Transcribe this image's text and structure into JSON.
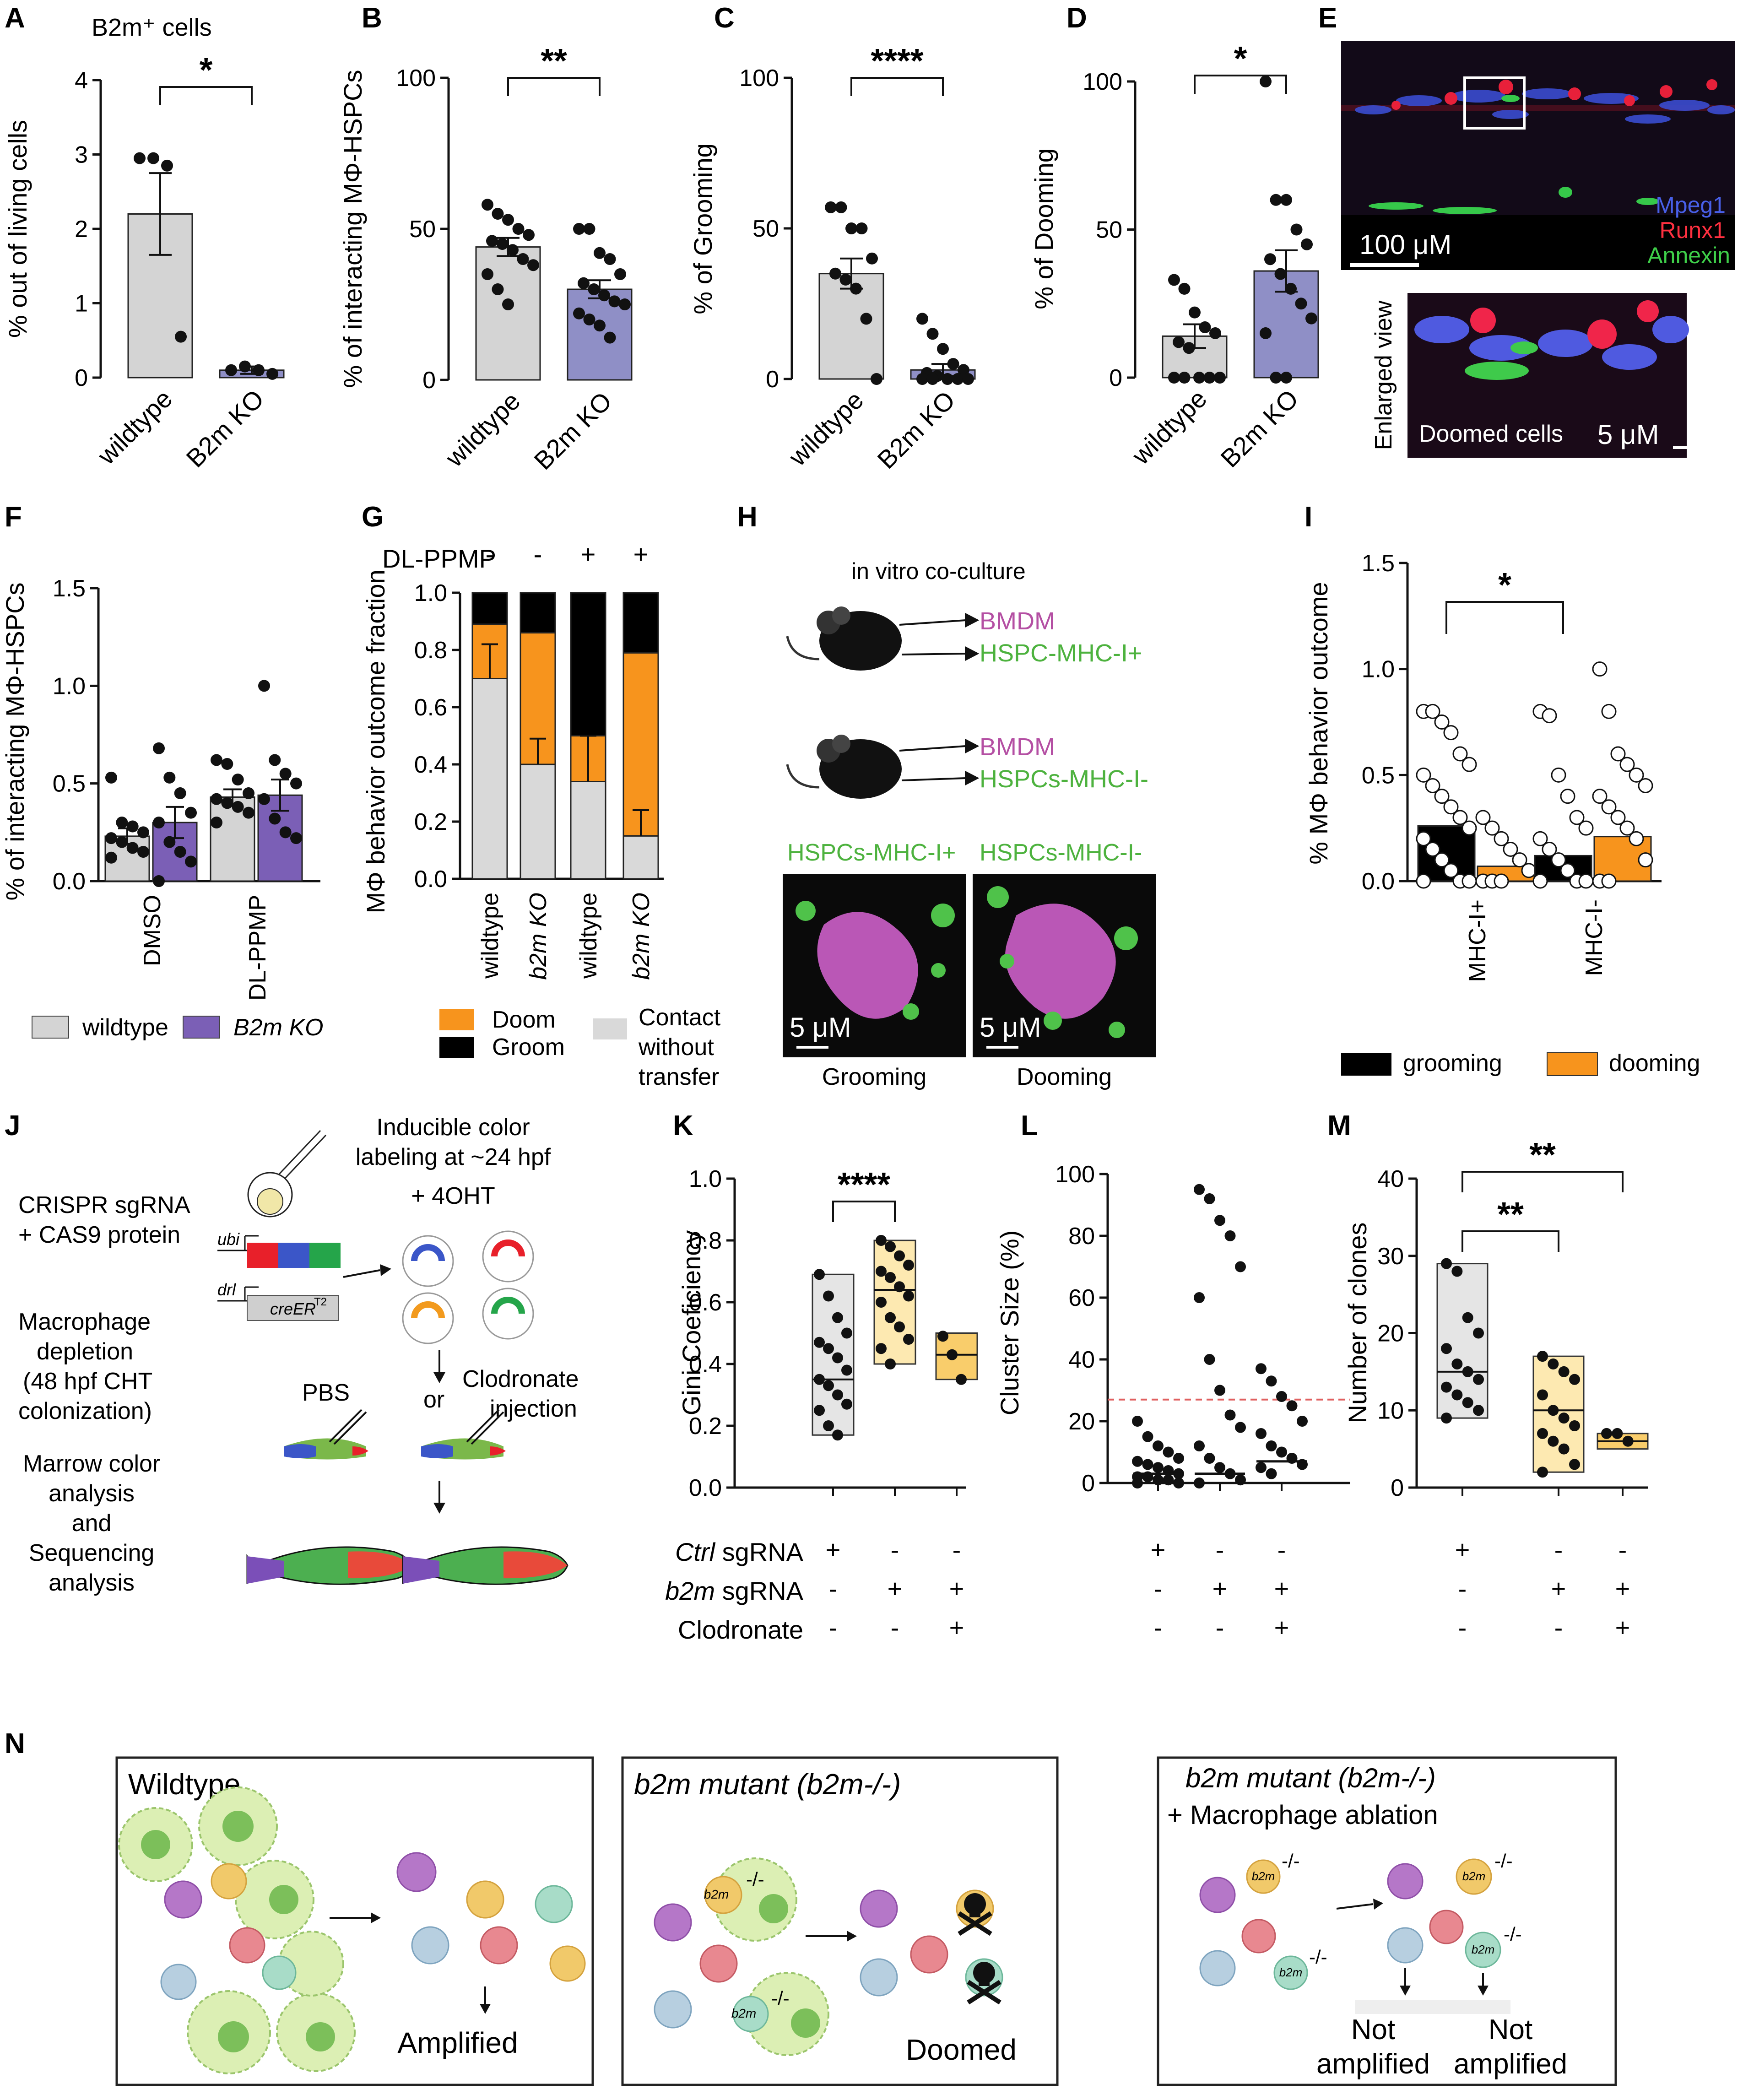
{
  "colors": {
    "wildtype": "#d4d4d4",
    "ko": "#8f8fc6",
    "ko_f": "#7b5fb6",
    "doom": "#f7941d",
    "groom": "#000000",
    "contact": "#d9d9d9",
    "magenta": "#b44fa3",
    "green": "#4db23e",
    "gini_ctrl": "#e5e5e5",
    "gini_b2m": "#fde9b1",
    "gini_clod": "#f9cd6b",
    "red_dash": "#e06060"
  },
  "panels": {
    "A": {
      "letter": "A",
      "title": "B2m⁺ cells",
      "ylabel": "% out of living cells",
      "stat": "*"
    },
    "B": {
      "letter": "B",
      "ylabel": "% of interacting MΦ-HSPCs",
      "stat": "**"
    },
    "C": {
      "letter": "C",
      "ylabel": "% of Grooming",
      "stat": "****"
    },
    "D": {
      "letter": "D",
      "ylabel": "% of Dooming",
      "stat": "*"
    },
    "E": {
      "letter": "E",
      "ch1": "Mpeg1",
      "ch2": "Runx1",
      "ch3": "Annexin",
      "scale1": "100 μM",
      "enlarged": "Enlarged view",
      "doomed": "Doomed cells",
      "scale2": "5 μM"
    },
    "F": {
      "letter": "F",
      "ylabel": "% of interacting MΦ-HSPCs",
      "leg_wt": "wildtype",
      "leg_ko": "B2m KO"
    },
    "G": {
      "letter": "G",
      "ylabel": "MΦ behavior outcome fraction",
      "dl": "DL-PPMP",
      "leg_doom": "Doom",
      "leg_groom": "Groom",
      "leg_contact1": "Contact",
      "leg_contact2": "without",
      "leg_contact3": "transfer"
    },
    "H": {
      "letter": "H",
      "title": "in vitro co-culture",
      "bmdm1": "BMDM",
      "hspc1": "HSPC-MHC-I+",
      "bmdm2": "BMDM",
      "hspc2": "HSPCs-MHC-I-",
      "img1_label": "HSPCs-MHC-I+",
      "img2_label": "HSPCs-MHC-I-",
      "scale": "5 μM",
      "cap1": "Grooming",
      "cap2": "Dooming"
    },
    "I": {
      "letter": "I",
      "ylabel": "% MΦ behavior outcome",
      "stat": "*",
      "leg_groom": "grooming",
      "leg_doom": "dooming"
    },
    "J": {
      "letter": "J",
      "induce1": "Inducible color",
      "induce2": "labeling at ~24 hpf",
      "oht": "+ 4OHT",
      "crispr1": "CRISPR sgRNA",
      "crispr2": "+ CAS9 protein",
      "ubi": "ubi",
      "drl": "drl",
      "creer": "creER",
      "creer_sup": "T2",
      "mac1": "Macrophage",
      "mac2": "depletion",
      "mac3": "(48 hpf CHT",
      "mac4": "colonization)",
      "pbs": "PBS",
      "or": "or",
      "clod1": "Clodronate",
      "clod2": "injection",
      "marrow1": "Marrow color",
      "marrow2": "analysis",
      "marrow3": "and",
      "marrow4": "Sequencing",
      "marrow5": "analysis"
    },
    "K": {
      "letter": "K",
      "ylabel": "Gini Coeficiency",
      "stat": "****"
    },
    "L": {
      "letter": "L",
      "ylabel": "Cluster Size (%)"
    },
    "M": {
      "letter": "M",
      "ylabel": "Number of clones",
      "stat1": "**",
      "stat2": "**"
    },
    "N": {
      "letter": "N",
      "box1_title": "Wildtype",
      "box1_out": "Amplified",
      "box2_title": "b2m mutant (b2m-/-)",
      "box2_out": "Doomed",
      "box3_title": "b2m mutant (b2m-/-)",
      "box3_sub": "+ Macrophage ablation",
      "box3_out1a": "Not",
      "box3_out1b": "amplified",
      "box3_out2a": "Not",
      "box3_out2b": "amplified",
      "b2m_label": "b2m",
      "ko_sup": "-/-"
    }
  },
  "treatment_rows": {
    "row1": "Ctrl sgRNA",
    "row1_a": "Ctrl",
    "row1_b": " sgRNA",
    "row2": "b2m sgRNA",
    "row2_a": "b2m",
    "row2_b": " sgRNA",
    "row3": "Clodronate",
    "signs": [
      [
        "+",
        "-",
        "-"
      ],
      [
        "-",
        "+",
        "+"
      ],
      [
        "-",
        "-",
        "+"
      ]
    ]
  },
  "chart_data": [
    {
      "panel": "A",
      "type": "bar",
      "title": "B2m⁺ cells",
      "ylabel": "% out of living cells",
      "categories": [
        "wildtype",
        "B2m KO"
      ],
      "values": [
        2.2,
        0.1
      ],
      "sem": [
        0.55,
        0.05
      ],
      "points": [
        [
          2.95,
          2.95,
          2.85,
          0.55
        ],
        [
          0.1,
          0.15,
          0.1,
          0.05
        ]
      ],
      "ylim": [
        0,
        4
      ],
      "yticks": [
        0,
        1,
        2,
        3,
        4
      ]
    },
    {
      "panel": "B",
      "type": "bar",
      "ylabel": "% of interacting MΦ-HSPCs",
      "categories": [
        "wildtype",
        "B2m KO"
      ],
      "values": [
        44,
        30
      ],
      "sem": [
        3,
        3
      ],
      "points": [
        [
          58,
          55,
          53,
          50,
          48,
          46,
          45,
          43,
          40,
          38,
          35,
          30,
          25
        ],
        [
          50,
          50,
          42,
          40,
          35,
          32,
          30,
          28,
          26,
          25,
          22,
          20,
          18,
          14
        ]
      ],
      "ylim": [
        0,
        100
      ],
      "yticks": [
        0,
        50,
        100
      ]
    },
    {
      "panel": "C",
      "type": "bar",
      "ylabel": "% of Grooming",
      "categories": [
        "wildtype",
        "B2m KO"
      ],
      "values": [
        35,
        3
      ],
      "sem": [
        5,
        2
      ],
      "points": [
        [
          57,
          57,
          50,
          50,
          40,
          35,
          33,
          30,
          20,
          0
        ],
        [
          20,
          15,
          10,
          5,
          3,
          2,
          1,
          0,
          0,
          0,
          0,
          0
        ]
      ],
      "ylim": [
        0,
        100
      ],
      "yticks": [
        0,
        50,
        100
      ]
    },
    {
      "panel": "D",
      "type": "bar",
      "ylabel": "% of Dooming",
      "categories": [
        "wildtype",
        "B2m KO"
      ],
      "values": [
        14,
        36
      ],
      "sem": [
        4,
        7
      ],
      "points": [
        [
          33,
          30,
          22,
          17,
          15,
          12,
          10,
          0,
          0,
          0,
          0,
          0
        ],
        [
          100,
          60,
          60,
          50,
          45,
          40,
          35,
          30,
          25,
          20,
          15,
          0,
          0
        ]
      ],
      "ylim": [
        0,
        100
      ],
      "yticks": [
        0,
        50,
        100
      ]
    },
    {
      "panel": "F",
      "type": "bar",
      "ylabel": "% of interacting MΦ-HSPCs",
      "categories": [
        "DMSO",
        "DL-PPMP"
      ],
      "series": [
        {
          "name": "wildtype",
          "values": [
            0.23,
            0.43
          ],
          "sem": [
            0.04,
            0.04
          ],
          "points": [
            [
              0.53,
              0.3,
              0.28,
              0.25,
              0.22,
              0.2,
              0.17,
              0.15,
              0.12
            ],
            [
              0.62,
              0.6,
              0.52,
              0.45,
              0.42,
              0.4,
              0.38,
              0.35,
              0.3
            ]
          ]
        },
        {
          "name": "B2m KO",
          "values": [
            0.3,
            0.44
          ],
          "sem": [
            0.08,
            0.08
          ],
          "points": [
            [
              0.68,
              0.53,
              0.45,
              0.35,
              0.3,
              0.2,
              0.15,
              0.1,
              0.0
            ],
            [
              1.0,
              0.62,
              0.55,
              0.5,
              0.42,
              0.32,
              0.25,
              0.22
            ]
          ]
        }
      ],
      "ylim": [
        0,
        1.5
      ],
      "yticks": [
        0.0,
        0.5,
        1.0,
        1.5
      ]
    },
    {
      "panel": "G",
      "type": "bar",
      "stacked": true,
      "ylabel": "MΦ behavior outcome fraction",
      "categories": [
        "wildtype",
        "b2m KO",
        "wildtype",
        "b2m KO"
      ],
      "dl_ppmp": [
        "-",
        "-",
        "+",
        "+"
      ],
      "series": [
        {
          "name": "Contact without transfer",
          "values": [
            0.7,
            0.4,
            0.34,
            0.15
          ]
        },
        {
          "name": "Doom",
          "values": [
            0.19,
            0.46,
            0.16,
            0.64
          ]
        },
        {
          "name": "Groom",
          "values": [
            0.11,
            0.14,
            0.5,
            0.21
          ]
        }
      ],
      "error_tops": [
        0.82,
        0.49,
        0.5,
        0.24
      ],
      "ylim": [
        0,
        1.0
      ],
      "yticks": [
        0.0,
        0.2,
        0.4,
        0.6,
        0.8,
        1.0
      ]
    },
    {
      "panel": "I",
      "type": "bar",
      "ylabel": "% MΦ behavior outcome",
      "categories": [
        "MHC-I+",
        "MHC-I-"
      ],
      "series": [
        {
          "name": "grooming",
          "values": [
            0.26,
            0.12
          ]
        },
        {
          "name": "dooming",
          "values": [
            0.07,
            0.21
          ]
        }
      ],
      "ylim": [
        0,
        1.5
      ],
      "yticks": [
        0.0,
        0.5,
        1.0,
        1.5
      ]
    },
    {
      "panel": "K",
      "type": "box",
      "ylabel": "Gini Coeficiency",
      "groups": [
        {
          "q1": 0.17,
          "median": 0.35,
          "q3": 0.69,
          "points": [
            0.69,
            0.62,
            0.55,
            0.5,
            0.47,
            0.45,
            0.42,
            0.38,
            0.35,
            0.33,
            0.3,
            0.27,
            0.25,
            0.2,
            0.17
          ]
        },
        {
          "q1": 0.4,
          "median": 0.64,
          "q3": 0.8,
          "points": [
            0.8,
            0.78,
            0.75,
            0.72,
            0.7,
            0.68,
            0.65,
            0.62,
            0.6,
            0.55,
            0.52,
            0.48,
            0.45,
            0.4
          ]
        },
        {
          "q1": 0.35,
          "median": 0.43,
          "q3": 0.5,
          "points": [
            0.49,
            0.43,
            0.35
          ]
        }
      ],
      "ylim": [
        0,
        1.0
      ],
      "yticks": [
        0.0,
        0.2,
        0.4,
        0.6,
        0.8,
        1.0
      ]
    },
    {
      "panel": "L",
      "type": "scatter",
      "ylabel": "Cluster Size (%)",
      "groups": [
        {
          "median": 3,
          "points": [
            20,
            15,
            12,
            10,
            8,
            7,
            6,
            5,
            4,
            3,
            2,
            2,
            1,
            1,
            0,
            0
          ]
        },
        {
          "median": 3,
          "points": [
            95,
            92,
            85,
            80,
            70,
            60,
            40,
            30,
            22,
            18,
            12,
            8,
            5,
            3,
            1,
            0
          ]
        },
        {
          "median": 7,
          "points": [
            37,
            33,
            28,
            25,
            20,
            16,
            12,
            10,
            8,
            6,
            5,
            3
          ]
        }
      ],
      "threshold": 27,
      "ylim": [
        0,
        100
      ],
      "yticks": [
        0,
        20,
        40,
        60,
        80,
        100
      ]
    },
    {
      "panel": "M",
      "type": "box",
      "ylabel": "Number of clones",
      "groups": [
        {
          "q1": 9,
          "median": 15,
          "q3": 29,
          "points": [
            29,
            28,
            22,
            20,
            18,
            16,
            15,
            14,
            13,
            12,
            11,
            10,
            9
          ]
        },
        {
          "q1": 2,
          "median": 10,
          "q3": 17,
          "points": [
            17,
            16,
            15,
            14,
            12,
            10,
            9,
            8,
            7,
            6,
            5,
            3,
            2
          ]
        },
        {
          "q1": 5,
          "median": 6,
          "q3": 7,
          "points": [
            7,
            7,
            6
          ]
        }
      ],
      "ylim": [
        0,
        40
      ],
      "yticks": [
        0,
        10,
        20,
        30,
        40
      ]
    }
  ]
}
